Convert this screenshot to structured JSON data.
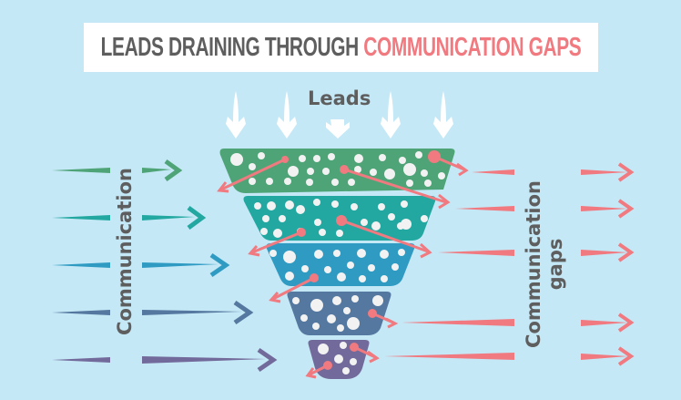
{
  "title": {
    "part1": "LEADS DRAINING THROUGH ",
    "part2": "COMMUNICATION GAPS"
  },
  "labels": {
    "top": "Leads",
    "left": "Communication",
    "right_line1": "Communication",
    "right_line2": "gaps"
  },
  "colors": {
    "background": "#c5e8f6",
    "title_dark": "#5e5e5e",
    "title_accent": "#f07a80",
    "leak": "#f07a80",
    "bubble": "#f2f2f2",
    "lead_arrow": "#ffffff",
    "tiers": [
      "#4fa477",
      "#22a8a0",
      "#2f9bc3",
      "#54789f",
      "#726a9a"
    ]
  },
  "funnel": {
    "tiers": [
      {
        "name": "tier-1",
        "color": "#4fa477"
      },
      {
        "name": "tier-2",
        "color": "#22a8a0"
      },
      {
        "name": "tier-3",
        "color": "#2f9bc3"
      },
      {
        "name": "tier-4",
        "color": "#54789f"
      },
      {
        "name": "tier-5",
        "color": "#726a9a"
      }
    ]
  },
  "icons": {
    "lead_arrows": "down-arrow-icon",
    "communication_arrows": "right-arrow-icon",
    "gap_arrows": "right-arrow-icon",
    "leak_arrows": "diagonal-arrow-icon"
  }
}
